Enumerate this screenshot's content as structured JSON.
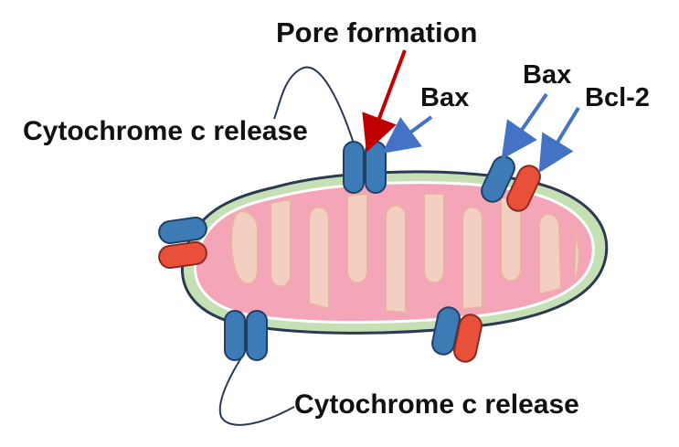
{
  "labels": {
    "pore_formation": "Pore formation",
    "bax_left": "Bax",
    "bax_right": "Bax",
    "bcl2": "Bcl-2",
    "cytochrome_top": "Cytochrome c release",
    "cytochrome_bottom": "Cytochrome c release"
  },
  "colors": {
    "outer_membrane": "#c5e0b4",
    "inner_matrix": "#f4a6b8",
    "cristae_fill": "#f2cfc0",
    "bax_protein": "#3d7bb6",
    "bcl2_protein": "#e8503a",
    "arrow_pore": "#c00000",
    "arrow_bax": "#4472c4",
    "outline": "#2b3a52"
  }
}
